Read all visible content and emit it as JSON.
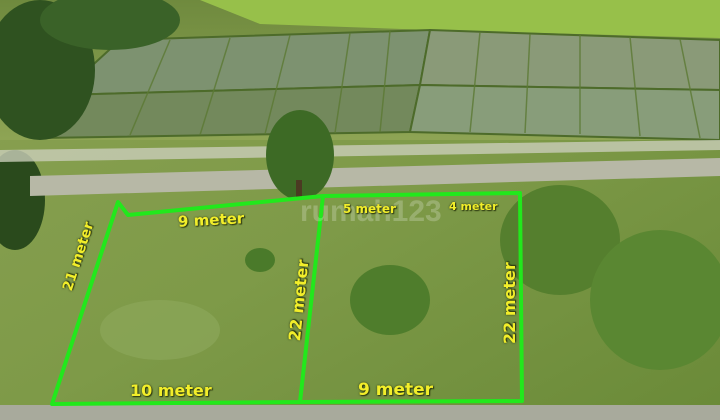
{
  "watermark": "rumah123",
  "colors": {
    "boundary": "#22e81c",
    "label": "#f2ee2a"
  },
  "labels": {
    "left_top": "9 meter",
    "left_left": "21 meter",
    "left_right": "22 meter",
    "left_bottom": "10 meter",
    "right_top_a": "5 meter",
    "right_top_b": "4 meter",
    "right_right": "22 meter",
    "right_bottom": "9 meter"
  }
}
